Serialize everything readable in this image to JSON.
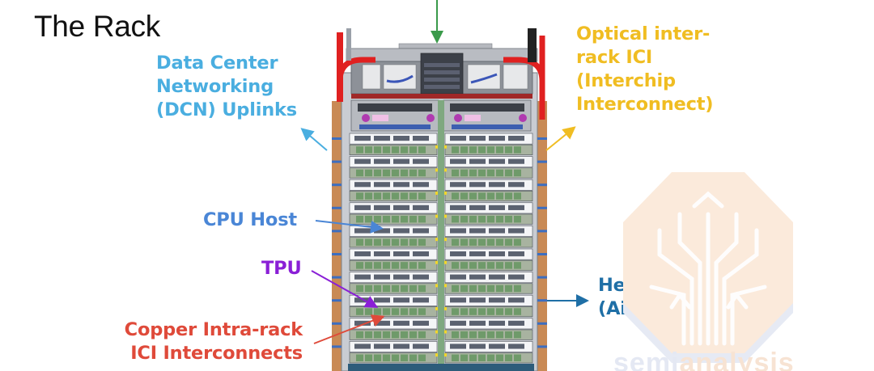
{
  "title": "The Rack",
  "labels": {
    "dcn": {
      "lines": [
        "Data Center",
        "Networking",
        "(DCN) Uplinks"
      ],
      "color": "#4aaee0"
    },
    "optical": {
      "lines": [
        "Optical inter-",
        "rack ICI",
        "(Interchip",
        "Interconnect)"
      ],
      "color": "#f0bd22"
    },
    "cpu": {
      "lines": [
        "CPU Host"
      ],
      "color": "#4a86d6"
    },
    "tpu": {
      "lines": [
        "TPU"
      ],
      "color": "#8a1fd6"
    },
    "copper": {
      "lines": [
        "Copper Intra-rack",
        "ICI Interconnects"
      ],
      "color": "#df4a3a"
    },
    "heat": {
      "lines": [
        "Heat Out",
        "(Air & Liquid)"
      ],
      "color": "#1f6fa6"
    }
  },
  "rack": {
    "tray_rows": 10,
    "columns": 2,
    "top_arrow_color": "#3a9a4a",
    "cable_color": "#e02020"
  },
  "watermark": {
    "text_a": "semi",
    "text_b": "analysis"
  }
}
